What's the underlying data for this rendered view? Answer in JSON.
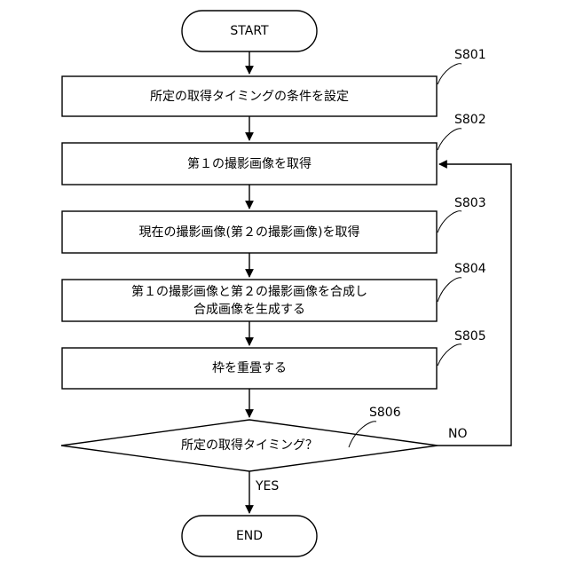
{
  "terminals": {
    "start": "START",
    "end": "END"
  },
  "steps": [
    {
      "id": "S801",
      "text": "所定の取得タイミングの条件を設定"
    },
    {
      "id": "S802",
      "text": "第１の撮影画像を取得"
    },
    {
      "id": "S803",
      "text": "現在の撮影画像(第２の撮影画像)を取得"
    },
    {
      "id": "S804",
      "line1": "第１の撮影画像と第２の撮影画像を合成し",
      "line2": "合成画像を生成する"
    },
    {
      "id": "S805",
      "text": "枠を重畳する"
    }
  ],
  "decision": {
    "id": "S806",
    "text": "所定の取得タイミング？",
    "yes": "YES",
    "no": "NO"
  }
}
